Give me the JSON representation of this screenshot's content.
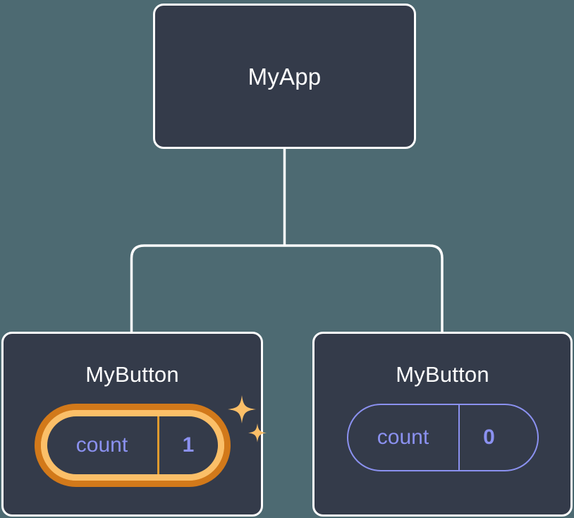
{
  "diagram": {
    "type": "component-tree",
    "background_color": "#4d6a72",
    "node_fill": "#343b4a",
    "node_border": "#ffffff",
    "accent_highlight": "#fbbf68",
    "accent_highlight_outer": "#d2791a",
    "accent_state": "#8b91f0",
    "connector_color": "#ffffff"
  },
  "root": {
    "title": "MyApp"
  },
  "children": [
    {
      "title": "MyButton",
      "highlighted": true,
      "state": {
        "key": "count",
        "value": "1"
      },
      "sparkle_icons": [
        "sparkle-large-icon",
        "sparkle-small-icon"
      ]
    },
    {
      "title": "MyButton",
      "highlighted": false,
      "state": {
        "key": "count",
        "value": "0"
      }
    }
  ]
}
